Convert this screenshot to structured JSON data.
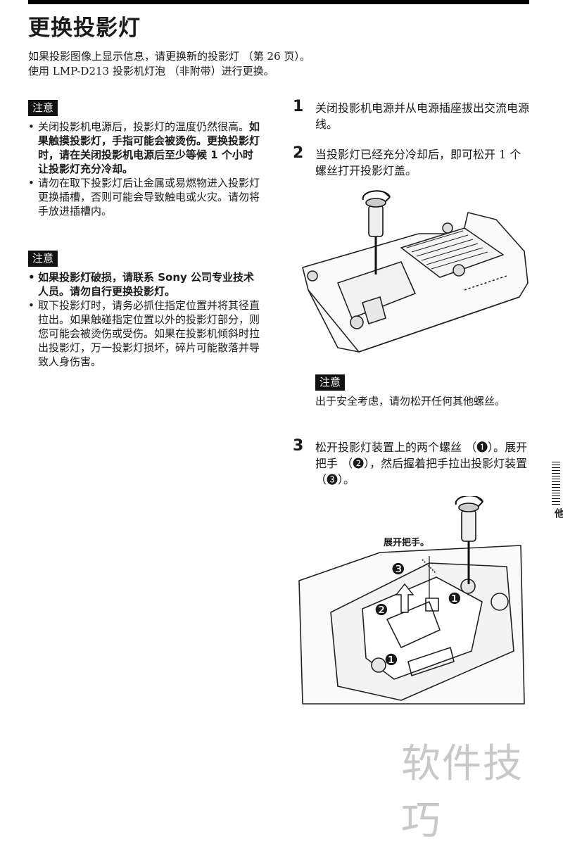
{
  "title": "更换投影灯",
  "intro": [
    "如果投影图像上显示信息，请更换新的投影灯 （第 26 页）。",
    "使用 LMP-D213 投影机灯泡 （非附带）进行更换。"
  ],
  "caution_label": "注意",
  "caution1": {
    "item1_plain": "关闭投影机电源后，投影灯的温度仍然很高。",
    "item1_bold": "如果触摸投影灯，手指可能会被烫伤。更换投影灯时，请在关闭投影机电源后至少等候 1 个小时让投影灯充分冷却。",
    "item2": "请勿在取下投影灯后让金属或易燃物进入投影灯更换插槽，否则可能会导致触电或火灾。请勿将手放进插槽内。"
  },
  "caution2": {
    "item1_bold": "如果投影灯破损，请联系 Sony 公司专业技术人员。请勿自行更换投影灯。",
    "item2": "取下投影灯时，请务必抓住指定位置并将其径直拉出。如果触碰指定位置以外的投影灯部分，则您可能会被烫伤或受伤。如果在投影机倾斜时拉出投影灯，万一投影灯损坏，碎片可能散落并导致人身伤害。"
  },
  "steps": [
    {
      "num": "1",
      "text": "关闭投影机电源并从电源插座拔出交流电源线。"
    },
    {
      "num": "2",
      "text": "当投影灯已经充分冷却后，即可松开 1 个螺丝打开投影灯盖。"
    },
    {
      "num": "3",
      "text": "松开投影灯装置上的两个螺丝 （❶）。展开把手 （❷），然后握着把手拉出投影灯装置 （❸）。"
    }
  ],
  "note_label": "注意",
  "note_text": "出于安全考虑，请勿松开任何其他螺丝。",
  "figure2": {
    "label": "展开把手。",
    "markers": [
      "❶",
      "❷",
      "❸"
    ]
  },
  "side_tab": "其他",
  "watermark": "软件技巧"
}
